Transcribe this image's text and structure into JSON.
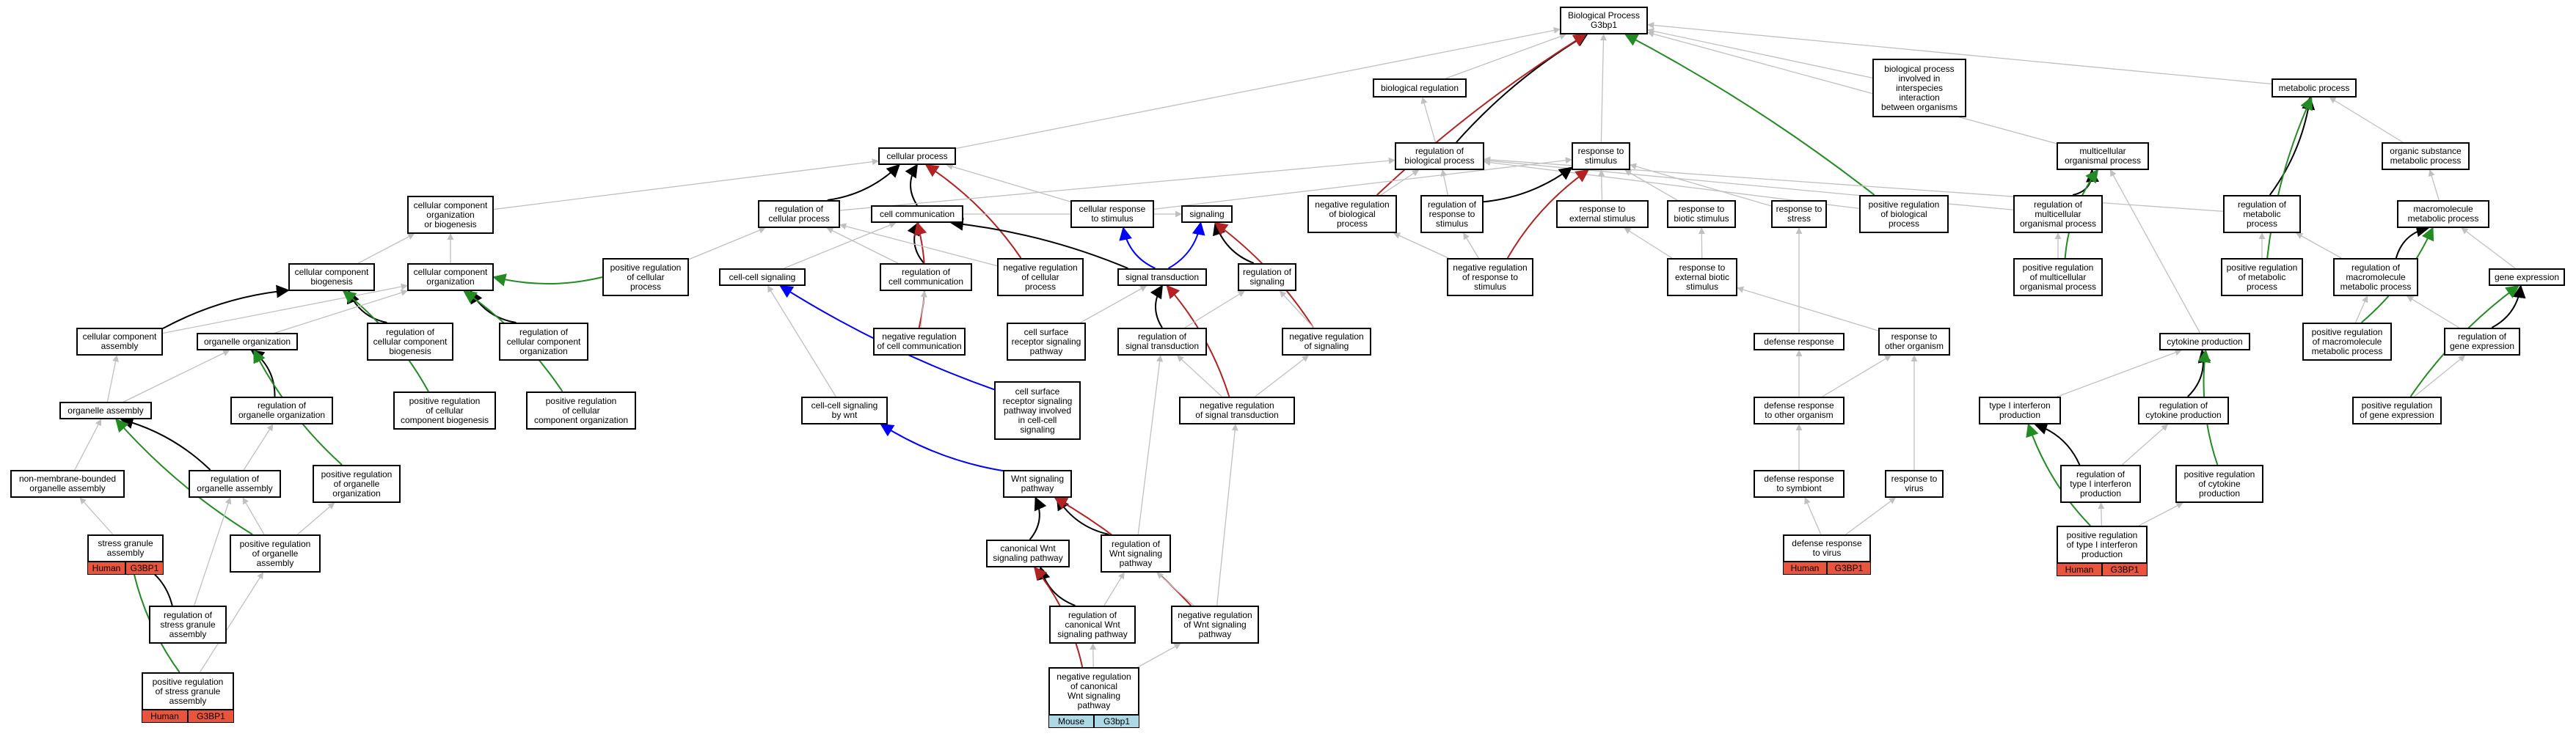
{
  "graph_title": [
    "Biological Process",
    "G3bp1"
  ],
  "colors": {
    "is_a": "#c0c0c0",
    "part_of": "#000000",
    "positively_regulates": "#228b22",
    "negatively_regulates": "#b22222",
    "regulates": "#0000ff",
    "human_tag": "#e8553c",
    "mouse_tag": "#add8e6"
  },
  "nodes": {
    "root": [
      "Biological Process",
      "G3bp1"
    ],
    "bio_reg": [
      "biological regulation"
    ],
    "bp_interspecies": [
      "biological process",
      "involved in",
      "interspecies",
      "interaction",
      "between organisms"
    ],
    "metabolic": [
      "metabolic process"
    ],
    "cellular": [
      "cellular process"
    ],
    "reg_bio": [
      "regulation of",
      "biological process"
    ],
    "resp_stim": [
      "response to",
      "stimulus"
    ],
    "multicell": [
      "multicellular",
      "organismal process"
    ],
    "org_subst": [
      "organic substance",
      "metabolic process"
    ],
    "ccob": [
      "cellular component",
      "organization",
      "or biogenesis"
    ],
    "reg_cell": [
      "regulation of",
      "cellular process"
    ],
    "cell_comm": [
      "cell communication"
    ],
    "cell_resp": [
      "cellular response",
      "to stimulus"
    ],
    "signaling": [
      "signaling"
    ],
    "neg_bio": [
      "negative regulation",
      "of biological",
      "process"
    ],
    "reg_resp": [
      "regulation of",
      "response to",
      "stimulus"
    ],
    "resp_ext": [
      "response to",
      "external stimulus"
    ],
    "resp_biotic": [
      "response to",
      "biotic stimulus"
    ],
    "resp_stress": [
      "response to",
      "stress"
    ],
    "pos_bio": [
      "positive regulation",
      "of biological",
      "process"
    ],
    "reg_multi": [
      "regulation of",
      "multicellular",
      "organismal process"
    ],
    "reg_metab": [
      "regulation of",
      "metabolic",
      "process"
    ],
    "macro_metab": [
      "macromolecule",
      "metabolic process"
    ],
    "ccb": [
      "cellular component",
      "biogenesis"
    ],
    "cco": [
      "cellular component",
      "organization"
    ],
    "pos_cell": [
      "positive regulation",
      "of cellular",
      "process"
    ],
    "cc_sig": [
      "cell-cell signaling"
    ],
    "reg_comm": [
      "regulation of",
      "cell communication"
    ],
    "neg_cell": [
      "negative regulation",
      "of cellular",
      "process"
    ],
    "sig_trans": [
      "signal transduction"
    ],
    "reg_sig": [
      "regulation of",
      "signaling"
    ],
    "neg_resp": [
      "negative regulation",
      "of response to",
      "stimulus"
    ],
    "resp_ext_biotic": [
      "response to",
      "external biotic",
      "stimulus"
    ],
    "pos_multi": [
      "positive regulation",
      "of multicellular",
      "organismal process"
    ],
    "pos_metab": [
      "positive regulation",
      "of metabolic",
      "process"
    ],
    "reg_macro": [
      "regulation of",
      "macromolecule",
      "metabolic process"
    ],
    "gene_expr": [
      "gene expression"
    ],
    "cca": [
      "cellular component",
      "assembly"
    ],
    "org_org": [
      "organelle organization"
    ],
    "reg_ccb": [
      "regulation of",
      "cellular component",
      "biogenesis"
    ],
    "reg_cco": [
      "regulation of",
      "cellular component",
      "organization"
    ],
    "neg_comm": [
      "negative regulation",
      "of cell communication"
    ],
    "csrsp": [
      "cell surface",
      "receptor signaling",
      "pathway"
    ],
    "reg_st": [
      "regulation of",
      "signal transduction"
    ],
    "neg_sig": [
      "negative regulation",
      "of signaling"
    ],
    "defense": [
      "defense response"
    ],
    "resp_other": [
      "response to",
      "other organism"
    ],
    "cyto_prod": [
      "cytokine production"
    ],
    "pos_macro": [
      "positive regulation",
      "of macromolecule",
      "metabolic process"
    ],
    "reg_gene": [
      "regulation of",
      "gene expression"
    ],
    "org_asm": [
      "organelle assembly"
    ],
    "reg_org_org": [
      "regulation of",
      "organelle organization"
    ],
    "pos_ccb": [
      "positive regulation",
      "of cellular",
      "component biogenesis"
    ],
    "pos_cco": [
      "positive regulation",
      "of cellular",
      "component organization"
    ],
    "ccs_wnt": [
      "cell-cell signaling",
      "by wnt"
    ],
    "csrsp_cc": [
      "cell surface",
      "receptor signaling",
      "pathway involved",
      "in cell-cell",
      "signaling"
    ],
    "neg_st": [
      "negative regulation",
      "of signal transduction"
    ],
    "def_other": [
      "defense response",
      "to other organism"
    ],
    "t1_ifn": [
      "type I interferon",
      "production"
    ],
    "reg_cyto": [
      "regulation of",
      "cytokine production"
    ],
    "pos_gene": [
      "positive regulation",
      "of gene expression"
    ],
    "nmbo_asm": [
      "non-membrane-bounded",
      "organelle assembly"
    ],
    "reg_org_asm": [
      "regulation of",
      "organelle assembly"
    ],
    "pos_org_org": [
      "positive regulation",
      "of organelle",
      "organization"
    ],
    "wnt": [
      "Wnt signaling",
      "pathway"
    ],
    "def_symb": [
      "defense response",
      "to symbiont"
    ],
    "resp_virus": [
      "response to",
      "virus"
    ],
    "reg_t1": [
      "regulation of",
      "type I interferon",
      "production"
    ],
    "pos_cyto": [
      "positive regulation",
      "of cytokine",
      "production"
    ],
    "sg_asm": [
      "stress granule",
      "assembly"
    ],
    "pos_org_asm": [
      "positive regulation",
      "of organelle",
      "assembly"
    ],
    "canon_wnt": [
      "canonical Wnt",
      "signaling pathway"
    ],
    "reg_wnt": [
      "regulation of",
      "Wnt signaling",
      "pathway"
    ],
    "def_virus": [
      "defense response",
      "to virus"
    ],
    "pos_t1": [
      "positive regulation",
      "of type I interferon",
      "production"
    ],
    "reg_sg": [
      "regulation of",
      "stress granule",
      "assembly"
    ],
    "reg_canon": [
      "regulation of",
      "canonical Wnt",
      "signaling pathway"
    ],
    "neg_wnt": [
      "negative regulation",
      "of Wnt signaling",
      "pathway"
    ],
    "pos_sg": [
      "positive regulation",
      "of stress granule",
      "assembly"
    ],
    "neg_canon": [
      "negative regulation",
      "of canonical",
      "Wnt signaling",
      "pathway"
    ]
  },
  "annotations": {
    "sg_asm": [
      "Human",
      "G3BP1"
    ],
    "pos_sg": [
      "Human",
      "G3BP1"
    ],
    "neg_canon": [
      "Mouse",
      "G3bp1"
    ],
    "def_virus": [
      "Human",
      "G3BP1"
    ],
    "pos_t1": [
      "Human",
      "G3BP1"
    ]
  },
  "edges": [
    [
      "bio_reg",
      "root",
      "is_a"
    ],
    [
      "bp_interspecies",
      "root",
      "is_a"
    ],
    [
      "metabolic",
      "root",
      "is_a"
    ],
    [
      "cellular",
      "root",
      "is_a"
    ],
    [
      "reg_bio",
      "root",
      "part_of"
    ],
    [
      "reg_bio",
      "bio_reg",
      "is_a"
    ],
    [
      "resp_stim",
      "root",
      "is_a"
    ],
    [
      "multicell",
      "root",
      "is_a"
    ],
    [
      "neg_bio",
      "root",
      "negatively_regulates"
    ],
    [
      "pos_bio",
      "root",
      "positively_regulates"
    ],
    [
      "org_subst",
      "metabolic",
      "is_a"
    ],
    [
      "reg_metab",
      "metabolic",
      "part_of"
    ],
    [
      "pos_metab",
      "metabolic",
      "positively_regulates"
    ],
    [
      "macro_metab",
      "org_subst",
      "is_a"
    ],
    [
      "reg_macro",
      "macro_metab",
      "part_of"
    ],
    [
      "pos_macro",
      "macro_metab",
      "positively_regulates"
    ],
    [
      "gene_expr",
      "macro_metab",
      "is_a"
    ],
    [
      "reg_gene",
      "gene_expr",
      "part_of"
    ],
    [
      "pos_gene",
      "gene_expr",
      "positively_regulates"
    ],
    [
      "reg_cell",
      "cellular",
      "part_of"
    ],
    [
      "cell_comm",
      "cellular",
      "part_of"
    ],
    [
      "neg_cell",
      "cellular",
      "negatively_regulates"
    ],
    [
      "cell_resp",
      "cellular",
      "is_a"
    ],
    [
      "ccob",
      "cellular",
      "is_a"
    ],
    [
      "pos_cell",
      "cco",
      "positively_regulates"
    ],
    [
      "reg_cell",
      "reg_bio",
      "is_a"
    ],
    [
      "neg_bio",
      "reg_bio",
      "is_a"
    ],
    [
      "pos_bio",
      "reg_bio",
      "is_a"
    ],
    [
      "reg_resp",
      "reg_bio",
      "is_a"
    ],
    [
      "reg_multi",
      "reg_bio",
      "is_a"
    ],
    [
      "reg_metab",
      "reg_bio",
      "is_a"
    ],
    [
      "resp_ext",
      "resp_stim",
      "is_a"
    ],
    [
      "resp_biotic",
      "resp_stim",
      "is_a"
    ],
    [
      "resp_stress",
      "resp_stim",
      "is_a"
    ],
    [
      "cell_resp",
      "resp_stim",
      "is_a"
    ],
    [
      "reg_resp",
      "resp_stim",
      "part_of"
    ],
    [
      "neg_resp",
      "resp_stim",
      "negatively_regulates"
    ],
    [
      "reg_multi",
      "multicell",
      "part_of"
    ],
    [
      "pos_multi",
      "multicell",
      "positively_regulates"
    ],
    [
      "cyto_prod",
      "multicell",
      "is_a"
    ],
    [
      "ccb",
      "ccob",
      "is_a"
    ],
    [
      "cco",
      "ccob",
      "is_a"
    ],
    [
      "cell_comm",
      "signaling",
      "is_a"
    ],
    [
      "sig_trans",
      "cell_comm",
      "part_of"
    ],
    [
      "reg_comm",
      "cell_comm",
      "part_of"
    ],
    [
      "neg_comm",
      "cell_comm",
      "negatively_regulates"
    ],
    [
      "sig_trans",
      "cell_resp",
      "regulates"
    ],
    [
      "sig_trans",
      "signaling",
      "regulates"
    ],
    [
      "reg_sig",
      "signaling",
      "part_of"
    ],
    [
      "neg_sig",
      "signaling",
      "negatively_regulates"
    ],
    [
      "neg_cell",
      "reg_cell",
      "is_a"
    ],
    [
      "pos_cell",
      "reg_cell",
      "is_a"
    ],
    [
      "reg_comm",
      "reg_cell",
      "is_a"
    ],
    [
      "neg_resp",
      "reg_resp",
      "is_a"
    ],
    [
      "neg_resp",
      "neg_bio",
      "is_a"
    ],
    [
      "resp_ext_biotic",
      "resp_ext",
      "is_a"
    ],
    [
      "resp_ext_biotic",
      "resp_biotic",
      "is_a"
    ],
    [
      "defense",
      "resp_stress",
      "is_a"
    ],
    [
      "resp_other",
      "resp_ext_biotic",
      "is_a"
    ],
    [
      "pos_multi",
      "reg_multi",
      "is_a"
    ],
    [
      "pos_metab",
      "reg_metab",
      "is_a"
    ],
    [
      "reg_macro",
      "reg_metab",
      "is_a"
    ],
    [
      "cca",
      "ccb",
      "part_of"
    ],
    [
      "cca",
      "cco",
      "is_a"
    ],
    [
      "reg_ccb",
      "ccb",
      "part_of"
    ],
    [
      "pos_ccb",
      "ccb",
      "positively_regulates"
    ],
    [
      "reg_cco",
      "cco",
      "part_of"
    ],
    [
      "pos_cco",
      "cco",
      "positively_regulates"
    ],
    [
      "cc_sig",
      "cell_comm",
      "is_a"
    ],
    [
      "ccs_wnt",
      "cc_sig",
      "is_a"
    ],
    [
      "csrsp_cc",
      "cc_sig",
      "regulates"
    ],
    [
      "csrsp",
      "sig_trans",
      "is_a"
    ],
    [
      "reg_st",
      "sig_trans",
      "part_of"
    ],
    [
      "neg_st",
      "sig_trans",
      "negatively_regulates"
    ],
    [
      "reg_st",
      "reg_sig",
      "is_a"
    ],
    [
      "neg_sig",
      "reg_sig",
      "is_a"
    ],
    [
      "neg_comm",
      "reg_comm",
      "is_a"
    ],
    [
      "neg_st",
      "reg_st",
      "is_a"
    ],
    [
      "neg_st",
      "neg_sig",
      "is_a"
    ],
    [
      "reg_gene",
      "reg_macro",
      "is_a"
    ],
    [
      "pos_gene",
      "reg_gene",
      "is_a"
    ],
    [
      "pos_macro",
      "reg_macro",
      "is_a"
    ],
    [
      "org_org",
      "cco",
      "is_a"
    ],
    [
      "org_asm",
      "org_org",
      "is_a"
    ],
    [
      "org_asm",
      "cca",
      "is_a"
    ],
    [
      "reg_org_org",
      "org_org",
      "part_of"
    ],
    [
      "pos_org_org",
      "org_org",
      "positively_regulates"
    ],
    [
      "reg_org_asm",
      "org_asm",
      "part_of"
    ],
    [
      "pos_org_asm",
      "org_asm",
      "positively_regulates"
    ],
    [
      "nmbo_asm",
      "org_asm",
      "is_a"
    ],
    [
      "sg_asm",
      "nmbo_asm",
      "is_a"
    ],
    [
      "reg_sg",
      "sg_asm",
      "part_of"
    ],
    [
      "pos_sg",
      "sg_asm",
      "positively_regulates"
    ],
    [
      "reg_sg",
      "reg_org_asm",
      "is_a"
    ],
    [
      "pos_sg",
      "pos_org_asm",
      "is_a"
    ],
    [
      "pos_org_asm",
      "reg_org_asm",
      "is_a"
    ],
    [
      "pos_org_asm",
      "pos_org_org",
      "is_a"
    ],
    [
      "reg_org_asm",
      "reg_org_org",
      "is_a"
    ],
    [
      "def_other",
      "defense",
      "is_a"
    ],
    [
      "def_other",
      "resp_other",
      "is_a"
    ],
    [
      "def_symb",
      "def_other",
      "is_a"
    ],
    [
      "resp_virus",
      "resp_other",
      "is_a"
    ],
    [
      "def_virus",
      "def_symb",
      "is_a"
    ],
    [
      "def_virus",
      "resp_virus",
      "is_a"
    ],
    [
      "t1_ifn",
      "cyto_prod",
      "is_a"
    ],
    [
      "reg_cyto",
      "cyto_prod",
      "part_of"
    ],
    [
      "pos_cyto",
      "cyto_prod",
      "positively_regulates"
    ],
    [
      "reg_t1",
      "t1_ifn",
      "part_of"
    ],
    [
      "pos_t1",
      "t1_ifn",
      "positively_regulates"
    ],
    [
      "pos_t1",
      "reg_t1",
      "is_a"
    ],
    [
      "pos_t1",
      "pos_cyto",
      "is_a"
    ],
    [
      "reg_t1",
      "reg_cyto",
      "is_a"
    ],
    [
      "wnt",
      "ccs_wnt",
      "regulates"
    ],
    [
      "canon_wnt",
      "wnt",
      "part_of"
    ],
    [
      "reg_wnt",
      "wnt",
      "part_of"
    ],
    [
      "neg_wnt",
      "wnt",
      "negatively_regulates"
    ],
    [
      "reg_canon",
      "canon_wnt",
      "part_of"
    ],
    [
      "neg_canon",
      "canon_wnt",
      "negatively_regulates"
    ],
    [
      "neg_canon",
      "reg_canon",
      "is_a"
    ],
    [
      "neg_canon",
      "neg_wnt",
      "is_a"
    ],
    [
      "neg_wnt",
      "reg_wnt",
      "is_a"
    ],
    [
      "reg_canon",
      "reg_wnt",
      "is_a"
    ],
    [
      "reg_wnt",
      "reg_st",
      "is_a"
    ],
    [
      "neg_wnt",
      "neg_st",
      "is_a"
    ]
  ]
}
